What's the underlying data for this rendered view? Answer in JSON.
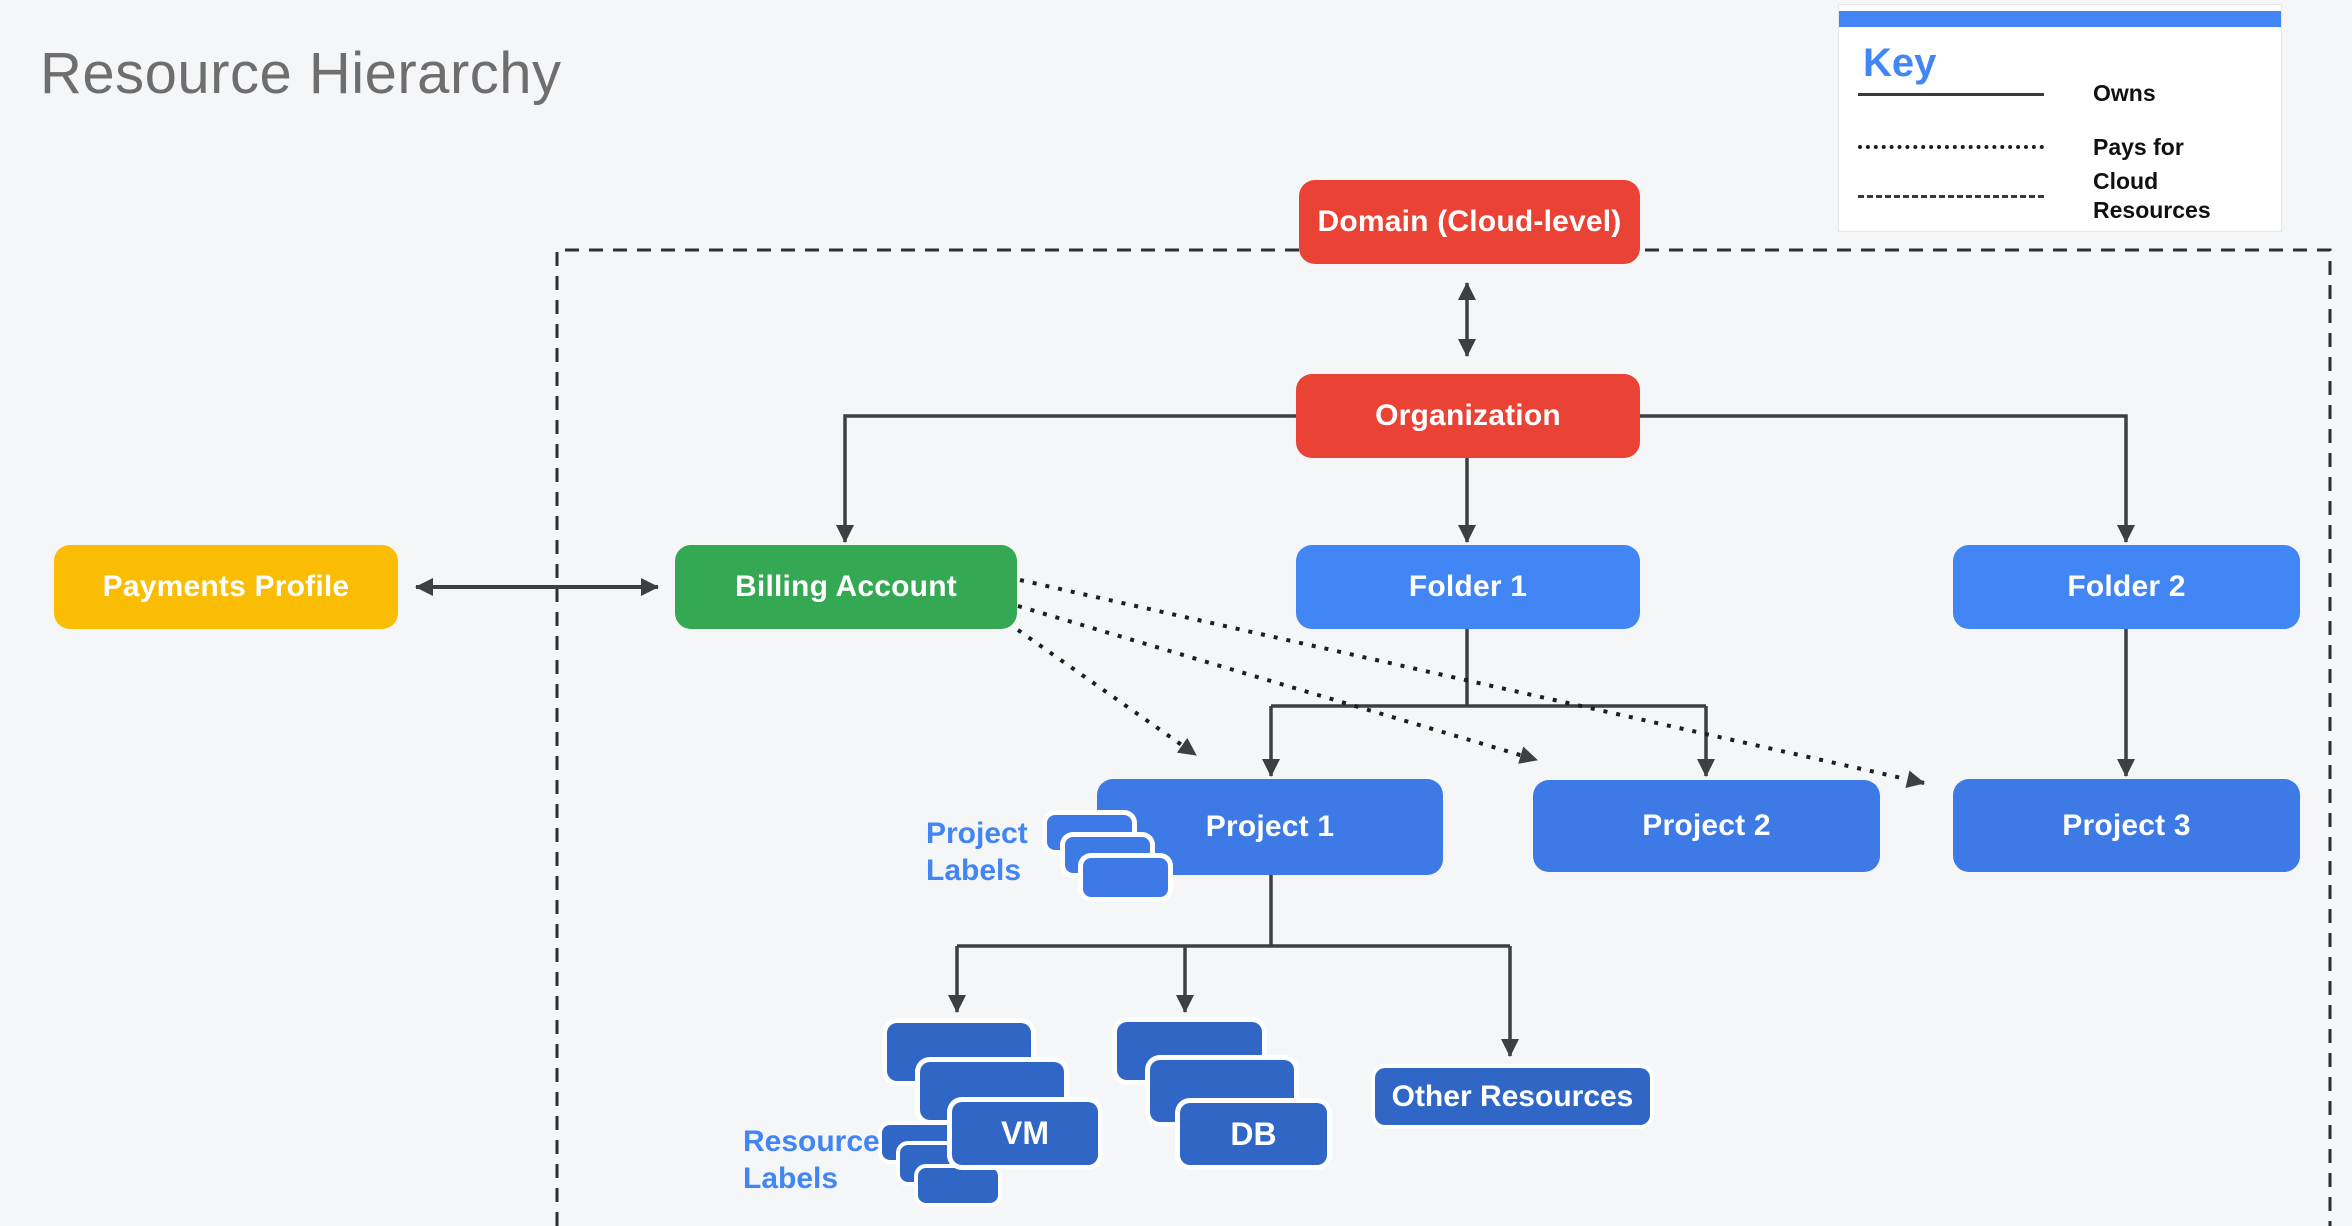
{
  "title": "Resource Hierarchy",
  "key": {
    "heading": "Key",
    "items": [
      {
        "style": "solid",
        "label": "Owns"
      },
      {
        "style": "dotted",
        "label": "Pays for"
      },
      {
        "style": "dashed",
        "label": "Cloud Resources"
      }
    ]
  },
  "nodes": {
    "domain": {
      "label": "Domain (Cloud-level)",
      "color": "#EA4335"
    },
    "organization": {
      "label": "Organization",
      "color": "#EA4335"
    },
    "payments_profile": {
      "label": "Payments Profile",
      "color": "#FBBC04"
    },
    "billing_account": {
      "label": "Billing Account",
      "color": "#34A853"
    },
    "folder1": {
      "label": "Folder 1",
      "color": "#4285F4"
    },
    "folder2": {
      "label": "Folder 2",
      "color": "#4285F4"
    },
    "project1": {
      "label": "Project 1",
      "color": "#3D7AE5"
    },
    "project2": {
      "label": "Project 2",
      "color": "#3D7AE5"
    },
    "project3": {
      "label": "Project 3",
      "color": "#3D7AE5"
    },
    "vm": {
      "label": "VM",
      "color": "#3067C7"
    },
    "db": {
      "label": "DB",
      "color": "#3067C7"
    },
    "other_resources": {
      "label": "Other Resources",
      "color": "#3067C7"
    }
  },
  "annotations": {
    "project_labels": "Project Labels",
    "resource_labels": "Resource Labels"
  },
  "colors": {
    "background": "#F5F6F8",
    "title_text": "#6E6E6E",
    "red": "#EA4335",
    "yellow": "#FBBC04",
    "green": "#34A853",
    "folder_blue": "#4285F4",
    "project_blue": "#3D7AE5",
    "resource_blue": "#3067C7",
    "label_text_blue": "#4285F4",
    "connector": "#3C4043",
    "boundary_dash": "#2B2E33",
    "key_strip": "#4285F4"
  }
}
